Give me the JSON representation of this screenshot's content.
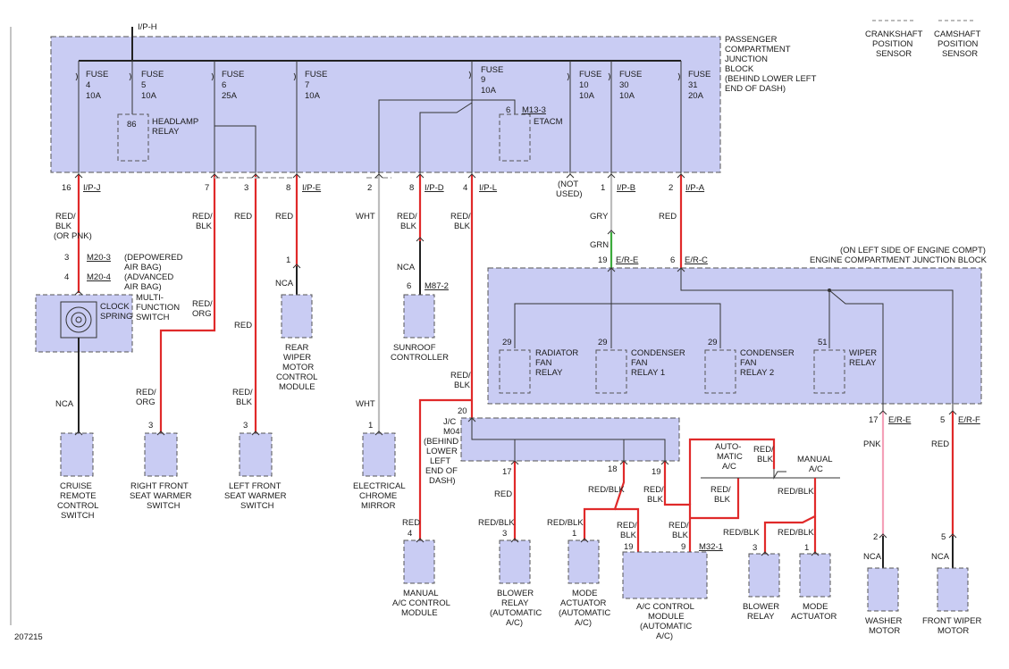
{
  "diagram_id": "207215",
  "passenger_block": {
    "title": [
      "PASSENGER",
      "COMPARTMENT",
      "JUNCTION",
      "BLOCK",
      "(BEHIND LOWER LEFT",
      "END OF DASH)"
    ],
    "fuses": [
      {
        "label": "FUSE",
        "num": "4",
        "amp": "10A"
      },
      {
        "label": "FUSE",
        "num": "5",
        "amp": "10A"
      },
      {
        "label": "FUSE",
        "num": "6",
        "amp": "25A"
      },
      {
        "label": "FUSE",
        "num": "7",
        "amp": "10A"
      },
      {
        "label": "FUSE",
        "num": "9",
        "amp": "10A"
      },
      {
        "label": "FUSE",
        "num": "10",
        "amp": "10A"
      },
      {
        "label": "FUSE",
        "num": "30",
        "amp": "10A"
      },
      {
        "label": "FUSE",
        "num": "31",
        "amp": "20A"
      }
    ],
    "headlamp_relay": {
      "pin": "86",
      "name": [
        "HEADLAMP",
        "RELAY"
      ]
    },
    "etacm": {
      "pin": "6",
      "conn": "M13-3",
      "name": "ETACM"
    },
    "top_conn": "I/P-H"
  },
  "top_right": {
    "crank": [
      "CRANKSHAFT",
      "POSITION",
      "SENSOR"
    ],
    "cam": [
      "CAMSHAFT",
      "POSITION",
      "SENSOR"
    ]
  },
  "pins_row": [
    {
      "pin": "16",
      "conn": "I/P-J"
    },
    {
      "pin": "7",
      "conn": ""
    },
    {
      "pin": "3",
      "conn": ""
    },
    {
      "pin": "8",
      "conn": "I/P-E"
    },
    {
      "pin": "2",
      "conn": ""
    },
    {
      "pin": "8",
      "conn": "I/P-D"
    },
    {
      "pin": "4",
      "conn": "I/P-L"
    },
    {
      "pin": "(NOT",
      "conn": "USED)"
    },
    {
      "pin": "1",
      "conn": "I/P-B"
    },
    {
      "pin": "2",
      "conn": "I/P-A"
    }
  ],
  "wire_colors": {
    "red_blk_or_pnk": [
      "RED/",
      "BLK",
      "(OR PNK)"
    ],
    "red_blk": [
      "RED/",
      "BLK"
    ],
    "red": "RED",
    "wht": "WHT",
    "gry": "GRY",
    "grn": "GRN",
    "nca": "NCA",
    "pnk": "PNK",
    "red_org": [
      "RED/",
      "ORG"
    ],
    "red_blk_one": "RED/BLK"
  },
  "clock_spring": {
    "c1_pin": "3",
    "c1_conn": "M20-3",
    "c1_desc": [
      "(DEPOWERED",
      "AIR BAG)"
    ],
    "c2_pin": "4",
    "c2_conn": "M20-4",
    "c2_desc": [
      "(ADVANCED",
      "AIR BAG)"
    ],
    "name": [
      "CLOCK",
      "SPRING"
    ],
    "module": [
      "MULTI-",
      "FUNCTION",
      "SWITCH"
    ]
  },
  "components": {
    "cruise": [
      "CRUISE",
      "REMOTE",
      "CONTROL",
      "SWITCH"
    ],
    "rf_seat": [
      "RIGHT FRONT",
      "SEAT WARMER",
      "SWITCH"
    ],
    "lf_seat": [
      "LEFT FRONT",
      "SEAT WARMER",
      "SWITCH"
    ],
    "rear_wiper": [
      "REAR",
      "WIPER",
      "MOTOR",
      "CONTROL",
      "MODULE"
    ],
    "sunroof": [
      "SUNROOF",
      "CONTROLLER"
    ],
    "sunroof_pin": "6",
    "sunroof_conn": "M87-2",
    "mirror": [
      "ELECTRICAL",
      "CHROME",
      "MIRROR"
    ],
    "manual_ac": [
      "MANUAL",
      "A/C CONTROL",
      "MODULE"
    ],
    "blower_auto": [
      "BLOWER",
      "RELAY",
      "(AUTOMATIC",
      "A/C)"
    ],
    "mode_auto": [
      "MODE",
      "ACTUATOR",
      "(AUTOMATIC",
      "A/C)"
    ],
    "ac_module": [
      "A/C CONTROL",
      "MODULE",
      "(AUTOMATIC",
      "A/C)"
    ],
    "ac_conn": "M32-1",
    "blower_man": [
      "BLOWER",
      "RELAY"
    ],
    "mode_man": [
      "MODE",
      "ACTUATOR"
    ],
    "washer": [
      "WASHER",
      "MOTOR"
    ],
    "front_wiper": [
      "FRONT WIPER",
      "MOTOR"
    ]
  },
  "jc": {
    "pin": "20",
    "name": [
      "J/C",
      "M04",
      "(BEHIND",
      "LOWER",
      "LEFT",
      "END OF",
      "DASH)"
    ],
    "pins": [
      "17",
      "18",
      "19"
    ]
  },
  "ac_labels": {
    "automatic": [
      "AUTO-",
      "MATIC",
      "A/C"
    ],
    "manual": [
      "MANUAL",
      "A/C"
    ]
  },
  "engine_block": {
    "title": [
      "(ON LEFT SIDE OF ENGINE COMPT)",
      "ENGINE COMPARTMENT JUNCTION BLOCK"
    ],
    "in_pins": [
      {
        "pin": "19",
        "conn": "E/R-E"
      },
      {
        "pin": "6",
        "conn": "E/R-C"
      }
    ],
    "relays": [
      {
        "pin": "29",
        "name": [
          "RADIATOR",
          "FAN",
          "RELAY"
        ]
      },
      {
        "pin": "29",
        "name": [
          "CONDENSER",
          "FAN",
          "RELAY 1"
        ]
      },
      {
        "pin": "29",
        "name": [
          "CONDENSER",
          "FAN",
          "RELAY 2"
        ]
      },
      {
        "pin": "51",
        "name": [
          "WIPER",
          "RELAY"
        ]
      }
    ],
    "out_pins": [
      {
        "pin": "17",
        "conn": "E/R-E"
      },
      {
        "pin": "5",
        "conn": "E/R-F"
      }
    ]
  }
}
